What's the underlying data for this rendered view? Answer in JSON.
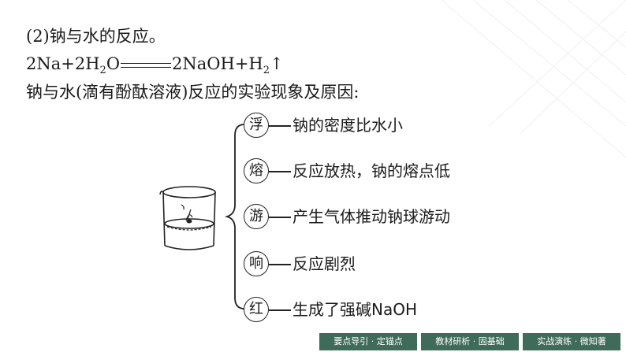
{
  "content": {
    "heading": "(2)钠与水的反应。",
    "equation": {
      "left_prefix": "2Na+2H",
      "left_sub": "2",
      "left_suffix": "O",
      "right_prefix": "2NaOH+H",
      "right_sub": "2",
      "gas_arrow": "↑"
    },
    "intro": "钠与水(滴有酚酞溶液)反应的实验现象及原因:"
  },
  "phenomena": [
    {
      "char": "浮",
      "text": "钠的密度比水小"
    },
    {
      "char": "熔",
      "text": "反应放热，钠的熔点低"
    },
    {
      "char": "游",
      "text": "产生气体推动钠球游动"
    },
    {
      "char": "响",
      "text": "反应剧烈"
    },
    {
      "char": "红",
      "text": "生成了强碱NaOH"
    }
  ],
  "footer": {
    "tabs": [
      "要点导引 · 定锚点",
      "教材研析 · 固基础",
      "实战演练 · 微知著"
    ],
    "color": "#3f6b5b"
  }
}
